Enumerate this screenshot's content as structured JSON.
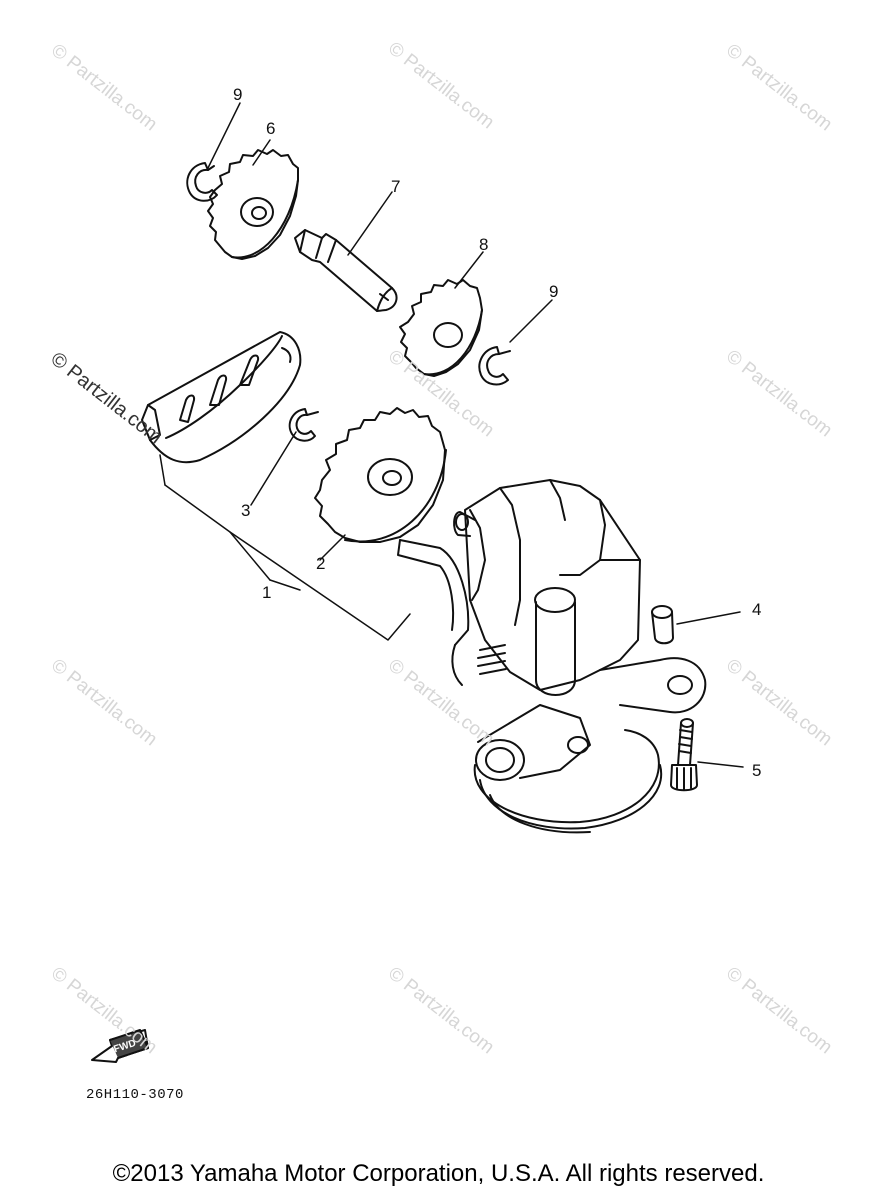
{
  "watermark": {
    "text": "© Partzilla.com",
    "emphasized_text": "© Partzilla.com"
  },
  "part_labels": [
    "1",
    "2",
    "3",
    "4",
    "5",
    "6",
    "7",
    "8",
    "9",
    "9"
  ],
  "fwd_arrow": {
    "text": "FWD",
    "icon": "fwd-arrow-icon"
  },
  "part_code": "26H110-3070",
  "copyright": "©2013 Yamaha Motor Corporation, U.S.A. All rights reserved."
}
